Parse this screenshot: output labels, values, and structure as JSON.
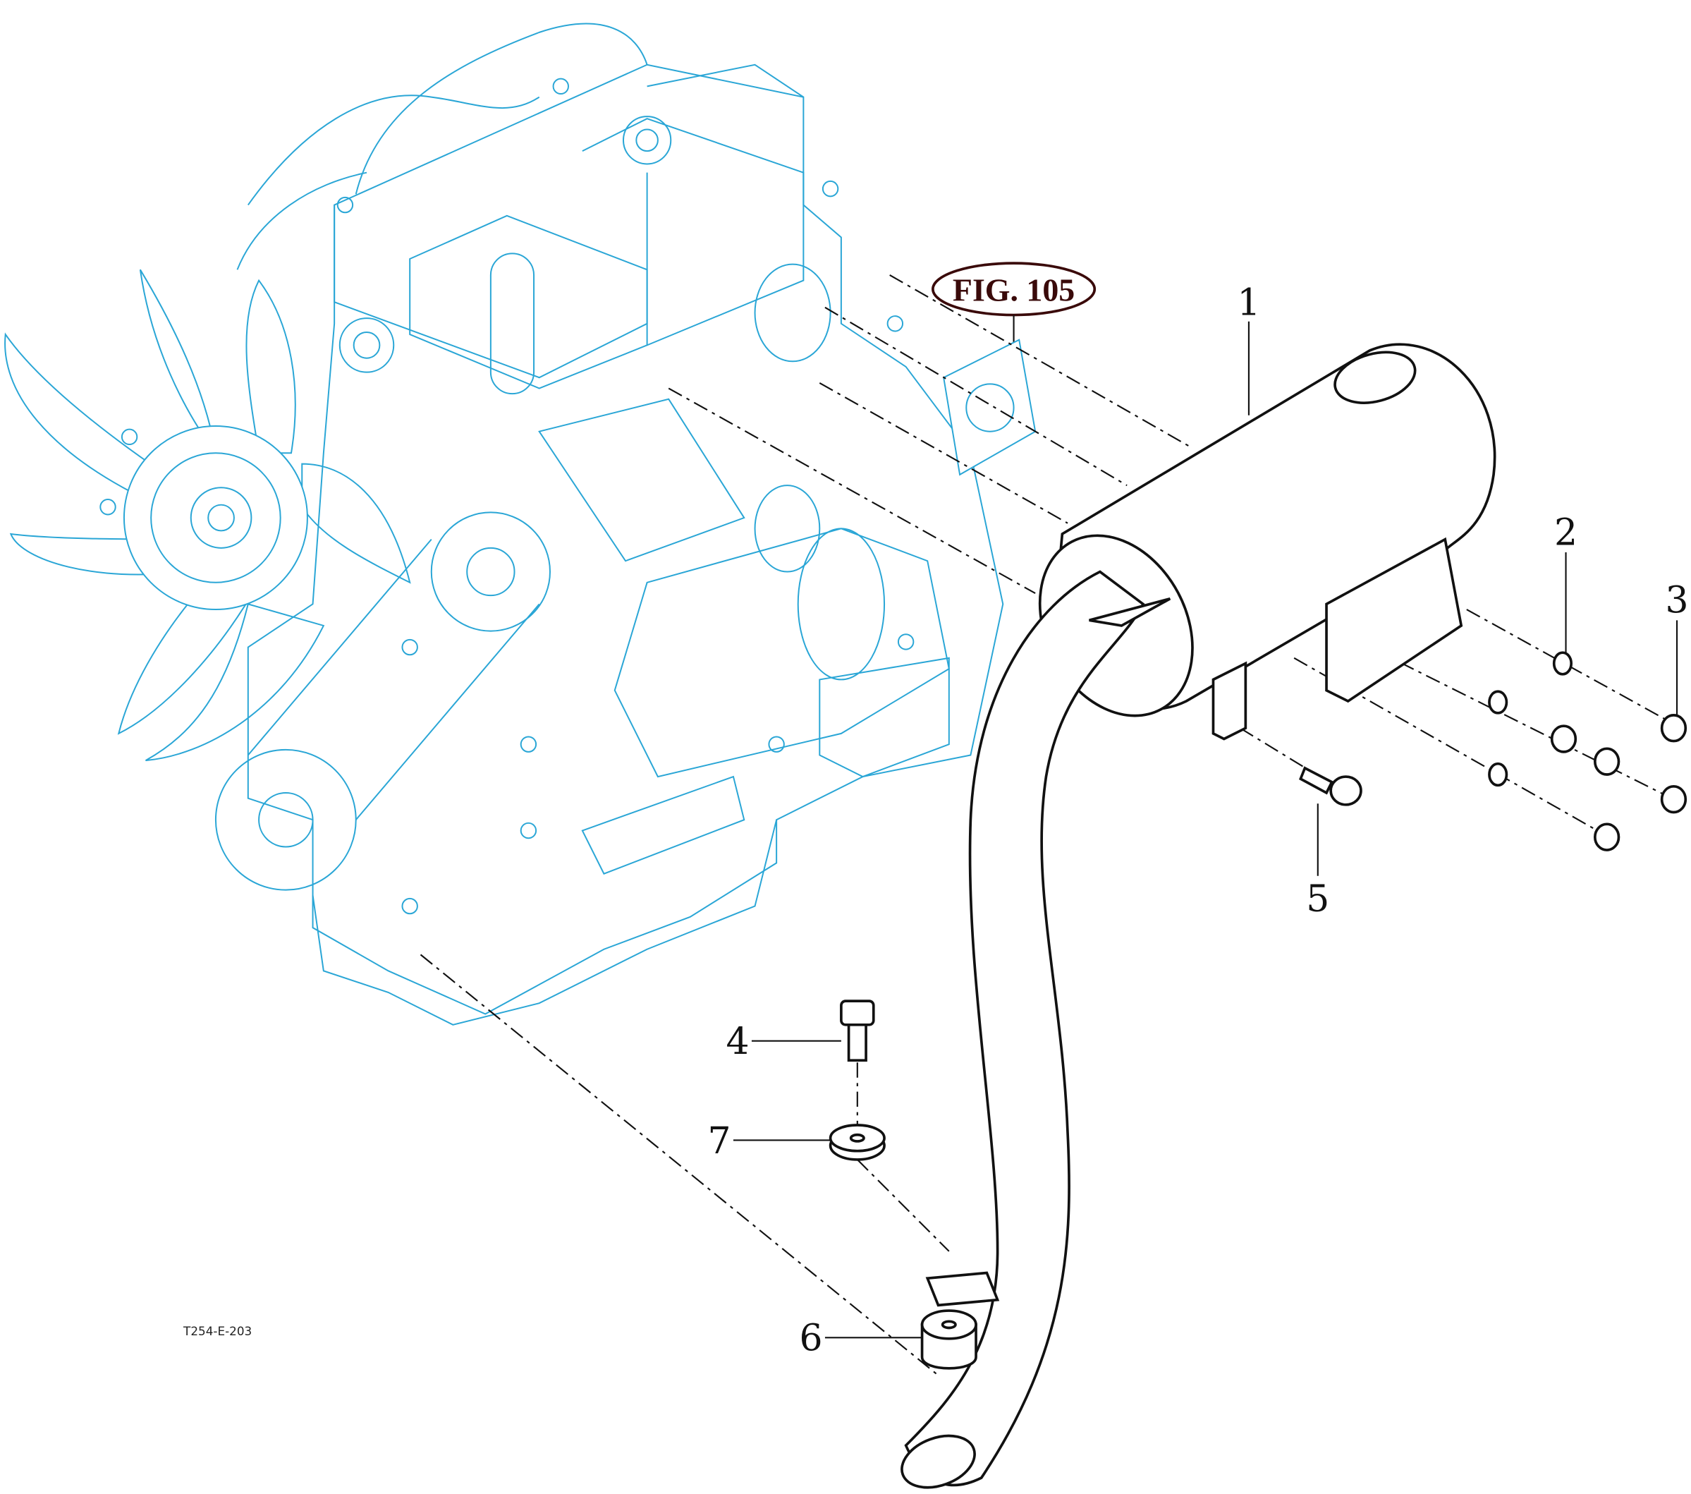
{
  "figure": {
    "reference_label": "FIG. 105",
    "drawing_code": "T254-E-203",
    "callouts": [
      "1",
      "2",
      "3",
      "4",
      "5",
      "6",
      "7"
    ],
    "colors": {
      "engine_lines": "#2aa6d6",
      "parts_lines": "#111111",
      "fig_ref": "#3a0a0a"
    }
  }
}
